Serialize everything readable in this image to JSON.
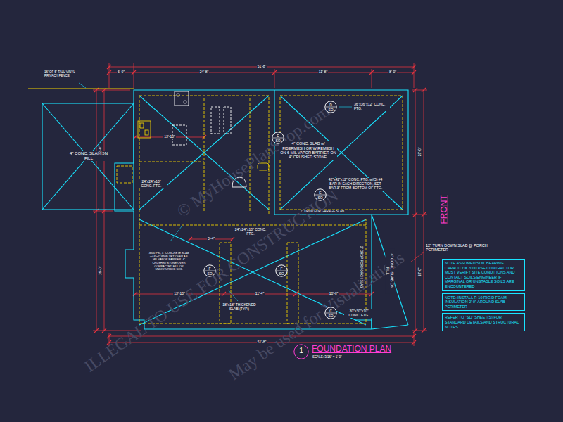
{
  "diagram": {
    "title": "FOUNDATION PLAN",
    "nodes": [
      {
        "text": [
          "D",
          "SO"
        ]
      },
      {
        "text": [
          "E",
          "SO"
        ]
      },
      {
        "text": [
          "E",
          "SO"
        ]
      },
      {
        "text": [
          "F",
          "SO"
        ]
      },
      {
        "text": [
          "F",
          "SO"
        ]
      },
      {
        "text": [
          "C",
          "SO"
        ]
      },
      {
        "text": [
          "NOTE ASSUMED SOIL BEARING CAPACITY = 2000 PSF CONTRACTOR MUST VERIFY SITE CONDITIONS AND CONTACT SOILS ENGINEER IF MARGINAL OR UNSTABLE SOILS ARE ENCOUNTERED"
        ]
      },
      {
        "text": [
          "NOTE: INSTALL R-10 RIGID FOAM INSULATION 2'-0\" AROUND SLAB PERIMETER"
        ]
      },
      {
        "text": [
          "REFER TO \"SD\" SHEET(S) FOR STANDARD DETAILS AND STRUCTURAL NOTES."
        ]
      },
      {
        "text": [
          "1"
        ]
      }
    ],
    "labels": [
      "16' OF 5' TALL VINYL PRIVACY FENCE",
      "4\" CONC. SLAB ON FILL",
      "4\" CONC. SLAB w/ FIBERMESH OR WIREMESH ON 6 MIL VAPOR BARRIER ON 4\" CRUSHED STONE.",
      "36\"x36\"x12\" CONC. FTG.",
      "42\"x42\"x12\" CONC. FTG. w/(5) #4 BAR IN EACH DIRECTION, SET BAR 3\" FROM BOTTOM OF FTG.",
      "2\" DROP FOR GARAGE SLAB",
      "24\"x24\"x10\" CONC. FTG.",
      "24\"x24\"x10\" CONC. FTG.",
      "3000 PSI, 4\" CONCRETE SLAB w/ 6\"x6\" WWF SET OVER A 6 MIL VAPOR BARRIER. 4\" CRUSHED STONE OVER COMPACTED FILL OR UNDISTURBED SOIL",
      "18\"x18\" THICKENED SLAB (TYP.)",
      "2\" DROP FOR PORCH SLAB",
      "4\" CONC. SLAB ON FILL",
      "30\"x30\"x10\" CONC. FTG.",
      "12\" TURN DOWN SLAB @ PORCH PERIMETER",
      "FRONT",
      "SCALE: 3/16\" = 1'-0\"",
      "51'-8\"",
      "6'-0\"",
      "24'-8\"",
      "11'-8\"",
      "8'-0\"",
      "51'-8\"",
      "13'-10\"",
      "11'-4\"",
      "10'-6\"",
      "13'-10\"",
      "5'-4\"",
      "22'-0\"",
      "16'-0\"",
      "20'-0\"",
      "18'-0\"",
      "© MyHousePlanShop.com",
      "ILLEGAL TO USE FOR CONSTRUCTION",
      "May be used for Visualizations"
    ]
  }
}
